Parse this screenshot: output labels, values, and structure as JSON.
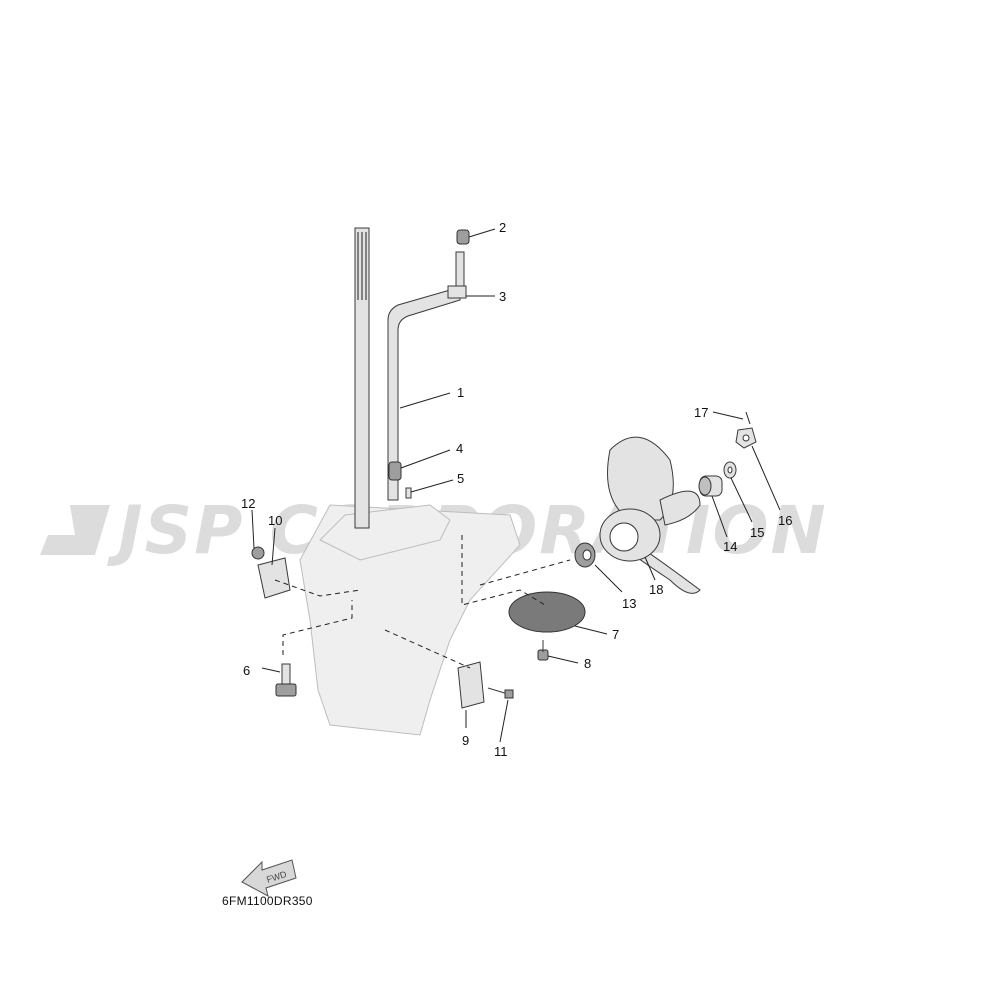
{
  "watermark": "JSP CORPORATION",
  "drawing_code": "6FM1100DR350",
  "fwd_label": "FWD",
  "callouts": [
    "1",
    "2",
    "3",
    "4",
    "5",
    "6",
    "7",
    "8",
    "9",
    "10",
    "11",
    "12",
    "13",
    "14",
    "15",
    "16",
    "17",
    "18"
  ],
  "colors": {
    "line": "#222222",
    "part_fill": "#e3e3e3",
    "watermark": "#dcdcdc"
  }
}
